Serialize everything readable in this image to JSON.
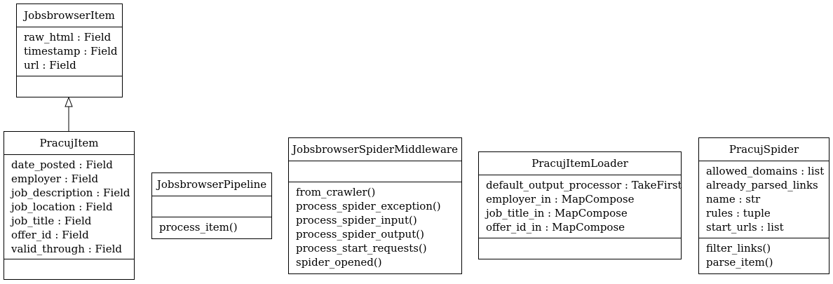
{
  "classes": [
    {
      "name": "JobsbrowserItem",
      "attributes": [
        "raw_html : Field",
        "timestamp : Field",
        "url : Field"
      ],
      "methods": []
    },
    {
      "name": "PracujItem",
      "attributes": [
        "date_posted : Field",
        "employer : Field",
        "job_description : Field",
        "job_location : Field",
        "job_title : Field",
        "offer_id : Field",
        "valid_through : Field"
      ],
      "methods": []
    },
    {
      "name": "JobsbrowserPipeline",
      "attributes": [],
      "methods": [
        "process_item()"
      ]
    },
    {
      "name": "JobsbrowserSpiderMiddleware",
      "attributes": [],
      "methods": [
        "from_crawler()",
        "process_spider_exception()",
        "process_spider_input()",
        "process_spider_output()",
        "process_start_requests()",
        "spider_opened()"
      ]
    },
    {
      "name": "PracujItemLoader",
      "attributes": [
        "default_output_processor : TakeFirst",
        "employer_in : MapCompose",
        "job_title_in : MapCompose",
        "offer_id_in : MapCompose"
      ],
      "methods": []
    },
    {
      "name": "PracujSpider",
      "attributes": [
        "allowed_domains : list",
        "already_parsed_links",
        "name : str",
        "rules : tuple",
        "start_urls : list"
      ],
      "methods": [
        "filter_links()",
        "parse_item()"
      ]
    }
  ],
  "relations": [
    {
      "type": "inheritance",
      "from": "PracujItem",
      "to": "JobsbrowserItem"
    }
  ]
}
